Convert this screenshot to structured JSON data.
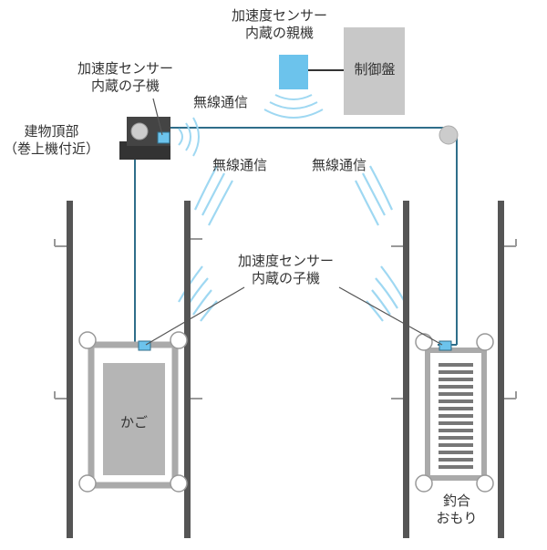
{
  "labels": {
    "parent_sensor": [
      "加速度センサー",
      "内蔵の親機"
    ],
    "control_panel": "制御盤",
    "child_sensor_top": [
      "加速度センサー",
      "内蔵の子機"
    ],
    "building_top": [
      "建物頂部",
      "（巻上機付近）"
    ],
    "wireless_1": "無線通信",
    "wireless_2": "無線通信",
    "wireless_3": "無線通信",
    "child_sensor_bottom": [
      "加速度センサー",
      "内蔵の子機"
    ],
    "car": "かご",
    "counterweight": [
      "釣合",
      "おもり"
    ]
  },
  "colors": {
    "sensor_blue": "#6cc3ec",
    "rope_teal": "#2f6e8a",
    "wave_blue": "#9fd8f2",
    "rail_gray": "#555555",
    "panel_gray": "#c8c8c8"
  }
}
